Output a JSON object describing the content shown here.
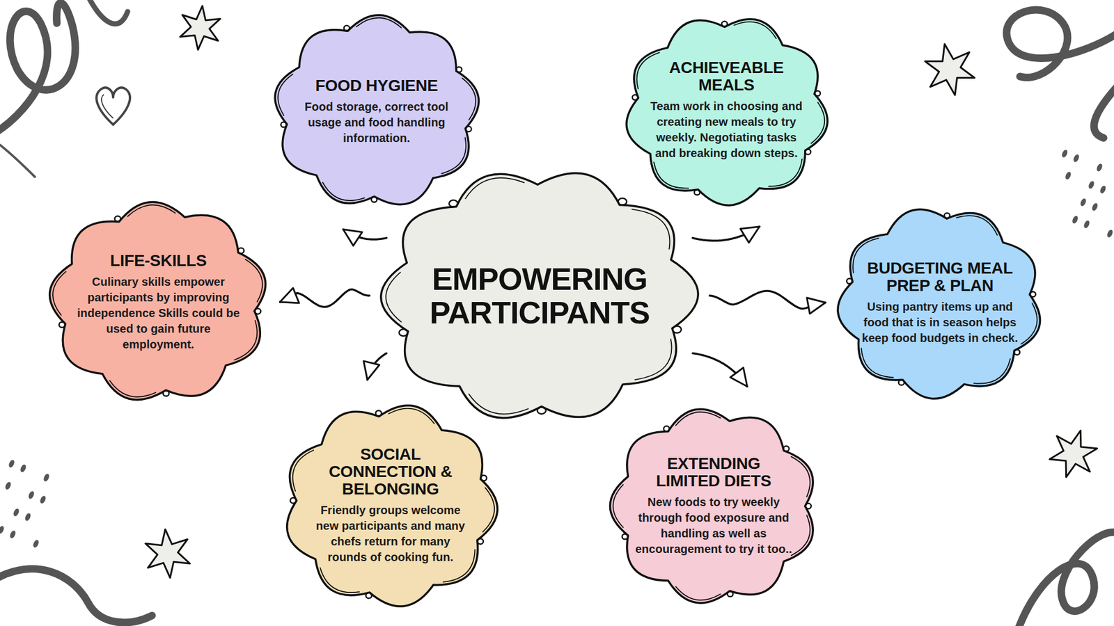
{
  "diagram": {
    "nodes": [
      {
        "text": [
          "FOOD HYGIENE",
          "Food storage, correct tool usage and food handling information."
        ]
      },
      {
        "text": [
          "ACHIEVEABLE MEALS",
          "Team work in choosing and creating new meals to try weekly. Negotiating tasks and breaking down steps."
        ]
      },
      {
        "text": [
          "LIFE-SKILLS",
          "Culinary skills empower participants by improving independence Skills could be used to gain future employment."
        ]
      },
      {
        "text": [
          "EMPOWERING PARTICIPANTS"
        ]
      },
      {
        "text": [
          "BUDGETING MEAL PREP & PLAN",
          "Using pantry items up and food that is in season helps keep food budgets in check."
        ]
      },
      {
        "text": [
          "SOCIAL CONNECTION & BELONGING",
          "Friendly groups welcome new participants and many chefs return for many rounds of cooking fun."
        ]
      },
      {
        "text": [
          "EXTENDING LIMITED DIETS",
          "New foods to try weekly through food exposure and handling as well as encouragement to try it too.."
        ]
      }
    ],
    "edges": [
      {
        "from": 3,
        "to": 0,
        "arrow": "to"
      },
      {
        "from": 3,
        "to": 1,
        "arrow": "to"
      },
      {
        "from": 3,
        "to": 2,
        "arrow": "to"
      },
      {
        "from": 3,
        "to": 4,
        "arrow": "to"
      },
      {
        "from": 3,
        "to": 5,
        "arrow": "to"
      },
      {
        "from": 3,
        "to": 6,
        "arrow": "to"
      }
    ]
  }
}
